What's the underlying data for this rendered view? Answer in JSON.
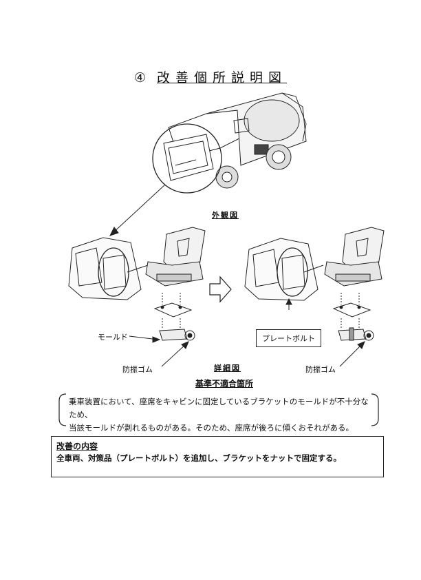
{
  "title": {
    "number": "④",
    "text": "改善個所説明図"
  },
  "captions": {
    "exterior": "外観図",
    "detail": "詳細図"
  },
  "labels": {
    "mold": "モールド",
    "plate_bolt": "プレートボルト",
    "rubber_left": "防振ゴム",
    "rubber_right": "防振ゴム"
  },
  "nonconformity": {
    "title": "基準不適合箇所",
    "line1": "乗車装置において、座席をキャビンに固定しているブラケットのモールドが不十分なため、",
    "line2": "当該モールドが剥れるものがある。そのため、座席が後ろに傾くおそれがある。"
  },
  "improvement": {
    "title": "改善の内容",
    "text": "全車両、対策品（プレートボルト）を追加し、ブラケットをナットで固定する。"
  }
}
